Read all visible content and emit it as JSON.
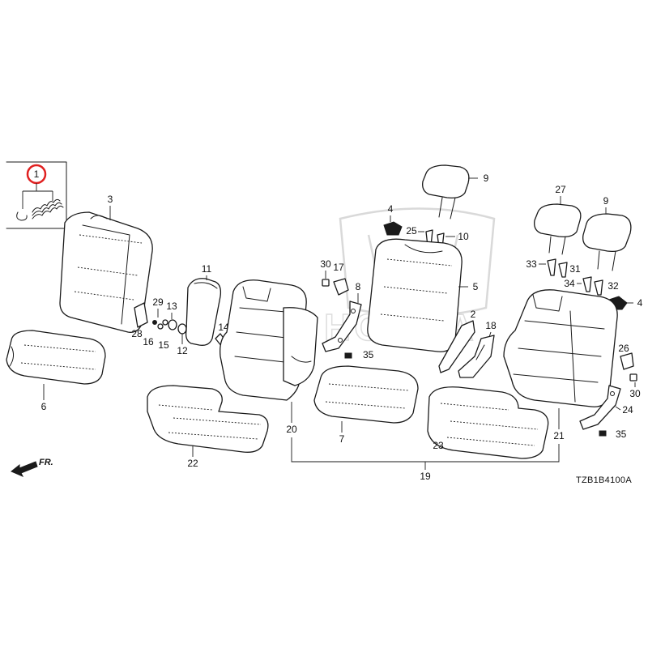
{
  "diagram": {
    "callouts": {
      "c1": "1",
      "c2": "2",
      "c3": "3",
      "c4a": "4",
      "c4b": "4",
      "c5": "5",
      "c6": "6",
      "c7": "7",
      "c8": "8",
      "c9a": "9",
      "c9b": "9",
      "c10": "10",
      "c11": "11",
      "c12": "12",
      "c13": "13",
      "c14": "14",
      "c15": "15",
      "c16": "16",
      "c17": "17",
      "c18": "18",
      "c19": "19",
      "c20": "20",
      "c21": "21",
      "c22": "22",
      "c23": "23",
      "c24": "24",
      "c25": "25",
      "c26": "26",
      "c27": "27",
      "c28": "28",
      "c29": "29",
      "c30a": "30",
      "c30b": "30",
      "c31": "31",
      "c32": "32",
      "c33": "33",
      "c34": "34",
      "c35a": "35",
      "c35b": "35"
    },
    "front_label": "FR.",
    "diagram_code": "TZB1B4100A",
    "watermark": "HONDA",
    "highlight_color": "#e02020"
  }
}
